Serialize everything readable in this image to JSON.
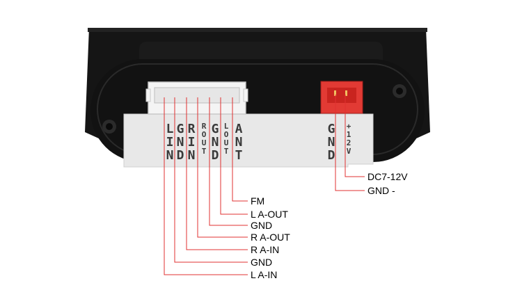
{
  "device": {
    "left_connector_labels": [
      {
        "id": "l-a-in",
        "chars": [
          "L",
          "I",
          "N"
        ]
      },
      {
        "id": "gnd-1",
        "chars": [
          "G",
          "N",
          "D"
        ]
      },
      {
        "id": "r-a-in",
        "chars": [
          "R",
          "I",
          "N"
        ]
      },
      {
        "id": "r-out",
        "chars": [
          "R",
          "O",
          "U",
          "T"
        ]
      },
      {
        "id": "gnd-2",
        "chars": [
          "G",
          "N",
          "D"
        ]
      },
      {
        "id": "l-out",
        "chars": [
          "L",
          "O",
          "U",
          "T"
        ]
      },
      {
        "id": "ant",
        "chars": [
          "A",
          "N",
          "T"
        ]
      }
    ],
    "power_connector_labels": [
      {
        "id": "gnd-p",
        "chars": [
          "G",
          "N",
          "D"
        ]
      },
      {
        "id": "vin",
        "chars": [
          "+",
          "1",
          "2",
          "V"
        ]
      }
    ]
  },
  "callouts": {
    "pins": [
      {
        "id": "fm",
        "text": "FM"
      },
      {
        "id": "l-out",
        "text": "L A-OUT"
      },
      {
        "id": "gnd-2",
        "text": "GND"
      },
      {
        "id": "r-out",
        "text": "R A-OUT"
      },
      {
        "id": "r-in",
        "text": "R A-IN"
      },
      {
        "id": "gnd-1",
        "text": "GND"
      },
      {
        "id": "l-in",
        "text": "L A-IN"
      }
    ],
    "power": [
      {
        "id": "dc-in",
        "text": "DC7-12V"
      },
      {
        "id": "gnd-p",
        "text": "GND -"
      }
    ]
  },
  "colors": {
    "leader_line": "#e03030",
    "bezel": "#141414",
    "sticker": "#e8e8e8",
    "connector_white": "#f4f4f4",
    "connector_red": "#e23a34"
  }
}
